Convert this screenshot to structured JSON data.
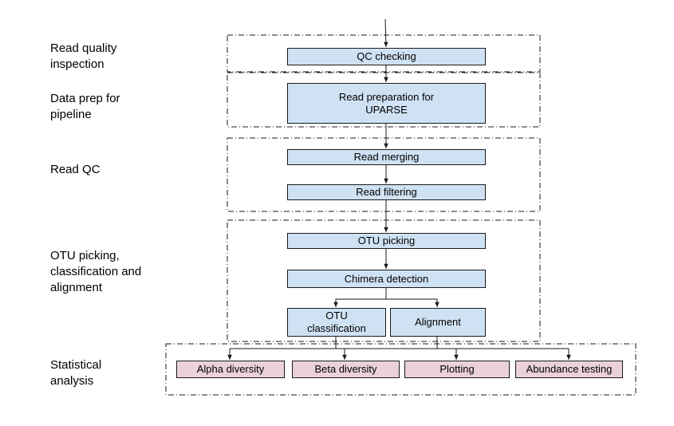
{
  "colors": {
    "process_fill": "#cfe2f3",
    "analysis_fill": "#ead1dc",
    "stroke": "#1a1a1a"
  },
  "stages": [
    {
      "label": "Read quality\ninspection"
    },
    {
      "label": "Data prep for\npipeline"
    },
    {
      "label": "Read QC"
    },
    {
      "label": "OTU picking,\nclassification and\nalignment"
    },
    {
      "label": "Statistical\nanalysis"
    }
  ],
  "steps": {
    "qc_checking": "QC checking",
    "read_preparation": "Read preparation for\nUPARSE",
    "read_merging": "Read merging",
    "read_filtering": "Read filtering",
    "otu_picking": "OTU picking",
    "chimera_detection": "Chimera detection",
    "otu_classification": "OTU\nclassification",
    "alignment": "Alignment"
  },
  "analysis": {
    "alpha_diversity": "Alpha diversity",
    "beta_diversity": "Beta diversity",
    "plotting": "Plotting",
    "abundance_testing": "Abundance testing"
  }
}
